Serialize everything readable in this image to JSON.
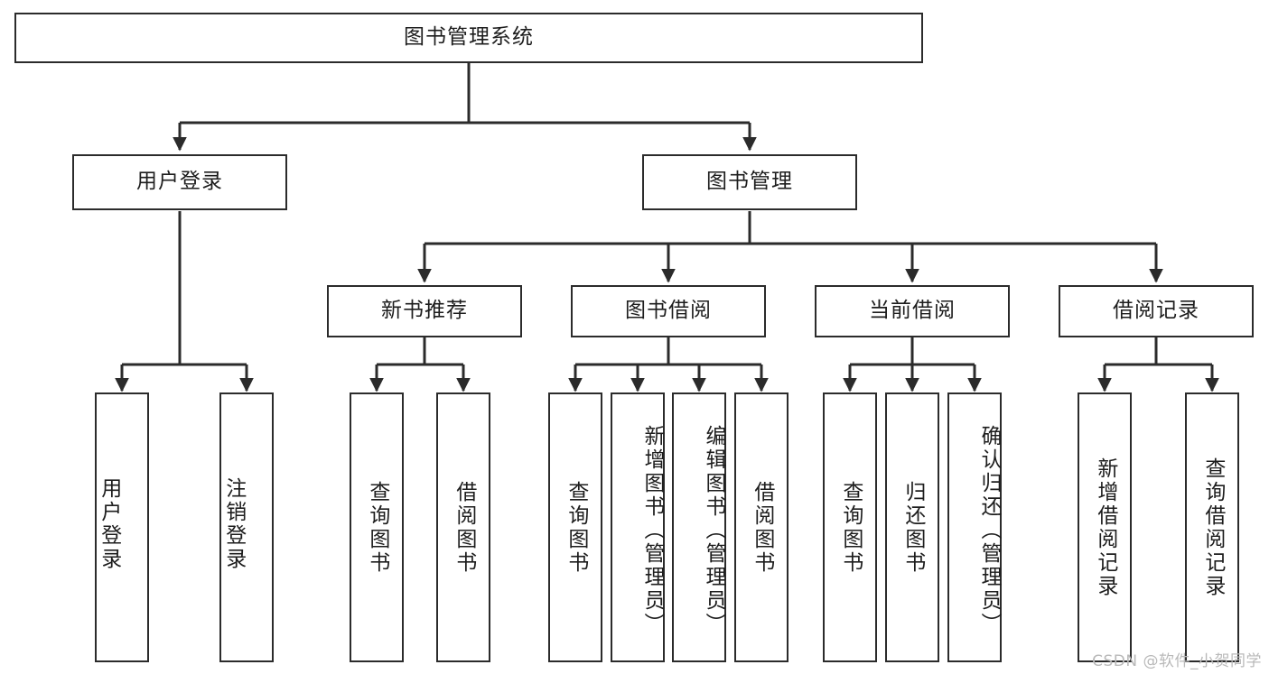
{
  "diagram": {
    "title": "图书管理系统",
    "type": "tree",
    "watermark": "CSDN @软件_小贺同学",
    "colors": {
      "box_border": "#2b2b2b",
      "box_fill": "#ffffff",
      "connector": "#2b2b2b",
      "text": "#1d1d1d",
      "watermark": "#b9b9b9"
    },
    "root": {
      "label": "图书管理系统"
    },
    "level2": [
      {
        "label": "用户登录"
      },
      {
        "label": "图书管理"
      }
    ],
    "level3": [
      {
        "label": "新书推荐"
      },
      {
        "label": "图书借阅"
      },
      {
        "label": "当前借阅"
      },
      {
        "label": "借阅记录"
      }
    ],
    "leaves": {
      "user_login": [
        {
          "label": "用户登录"
        },
        {
          "label": "注销登录"
        }
      ],
      "new_book_recommend": [
        {
          "label": "查询图书"
        },
        {
          "label": "借阅图书"
        }
      ],
      "book_borrow": [
        {
          "label": "查询图书"
        },
        {
          "label": "新增图书（管理员）"
        },
        {
          "label": "编辑图书（管理员）"
        },
        {
          "label": "借阅图书"
        }
      ],
      "current_borrow": [
        {
          "label": "查询图书"
        },
        {
          "label": "归还图书"
        },
        {
          "label": "确认归还（管理员）"
        }
      ],
      "borrow_record": [
        {
          "label": "新增借阅记录"
        },
        {
          "label": "查询借阅记录"
        }
      ]
    }
  }
}
